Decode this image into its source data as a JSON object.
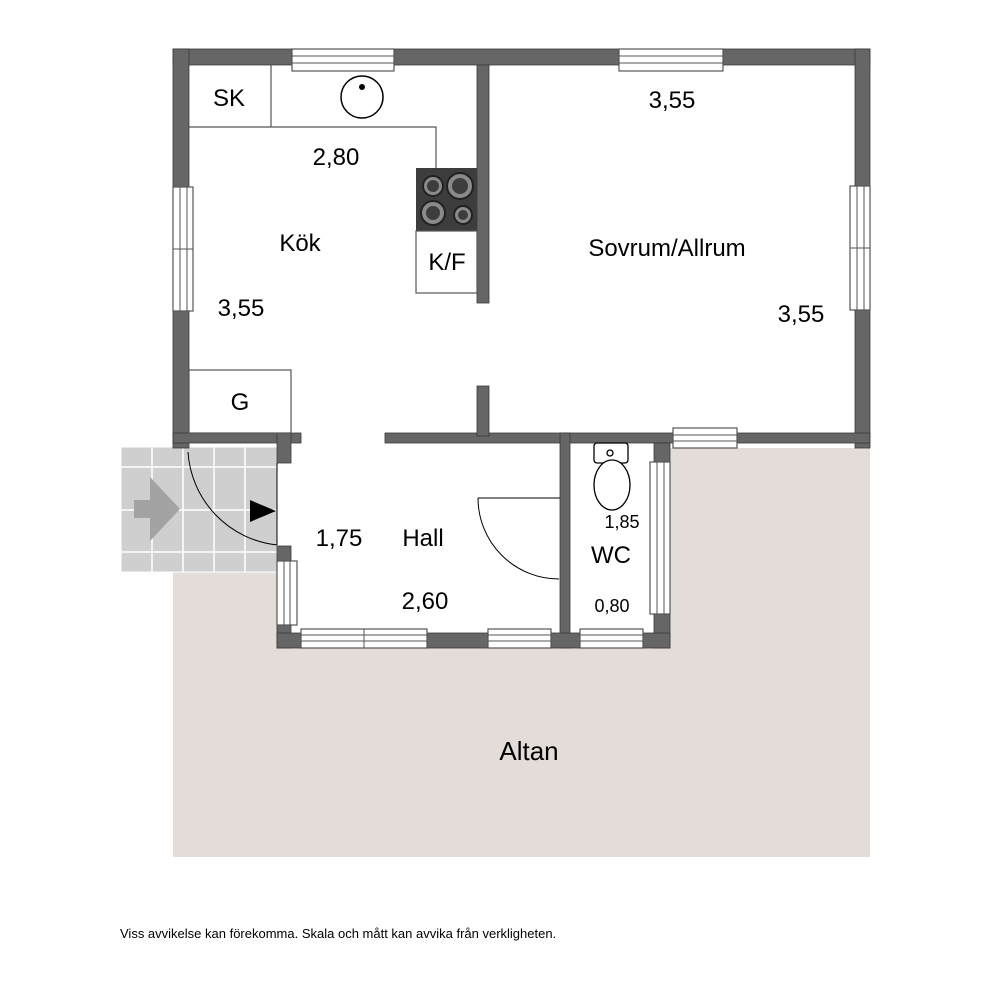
{
  "colors": {
    "wall": "#666666",
    "wall_outline": "#3a3a3a",
    "deck": "#e3dcd8",
    "floor": "#ffffff",
    "stair": "#cfcfcf",
    "arrow": "#a3a3a3",
    "stove": "#3d3d3d"
  },
  "rooms": {
    "kitchen": {
      "name": "Kök",
      "width": "2,80",
      "depth": "3,55"
    },
    "bedroom": {
      "name": "Sovrum/Allrum",
      "width": "3,55",
      "depth": "3,55"
    },
    "hall": {
      "name": "Hall",
      "width": "2,60",
      "depth": "1,75"
    },
    "wc": {
      "name": "WC",
      "width": "0,80",
      "depth": "1,85"
    },
    "deck": {
      "name": "Altan"
    }
  },
  "fixtures": {
    "closet": "SK",
    "fridge": "K/F",
    "wardrobe": "G"
  },
  "footer": {
    "disclaimer": "Viss avvikelse kan förekomma. Skala och mått kan avvika från verkligheten."
  }
}
